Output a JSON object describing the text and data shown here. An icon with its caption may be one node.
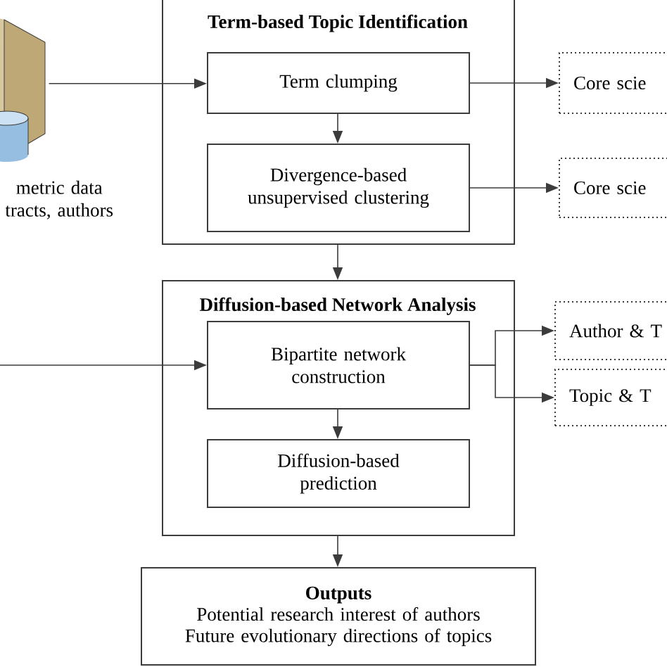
{
  "diagram": {
    "nodes": [
      {
        "text": [],
        "shape": "picture",
        "beside": [
          "metric data tracts, authors"
        ]
      },
      {
        "text": [
          "Term-based Topic Identification"
        ]
      },
      {
        "text": [
          "Term clumping"
        ],
        "in": 1
      },
      {
        "text": [
          "Divergence-based unsupervised clustering"
        ],
        "in": 1
      },
      {
        "text": [
          "Core scie"
        ]
      },
      {
        "text": [
          "Core scie"
        ]
      },
      {
        "text": [
          "Diffusion-based Network Analysis"
        ]
      },
      {
        "text": [
          "Bipartite network construction"
        ],
        "in": 6
      },
      {
        "text": [
          "Diffusion-based prediction"
        ],
        "in": 6
      },
      {
        "text": [
          "Author & T"
        ]
      },
      {
        "text": [
          "Topic & T"
        ]
      },
      {
        "text": [
          "Outputs",
          "Potential research interest of authors",
          "Future evolutionary directions of topics"
        ]
      }
    ],
    "edges": [
      {
        "from": 0,
        "to": 2,
        "arrow": "to"
      },
      {
        "from": null,
        "to": 7,
        "arrow": "to"
      },
      {
        "from": 2,
        "to": 3,
        "arrow": "to"
      },
      {
        "from": 1,
        "to": 6,
        "arrow": "to"
      },
      {
        "from": 6,
        "to": 11,
        "arrow": "to"
      },
      {
        "from": 2,
        "to": 4,
        "arrow": "to"
      },
      {
        "from": 3,
        "to": 5,
        "arrow": "to"
      },
      {
        "from": 7,
        "to": 9,
        "arrow": "to"
      },
      {
        "from": 7,
        "to": 10,
        "arrow": "to"
      },
      {
        "from": 7,
        "to": 8,
        "arrow": "to"
      }
    ]
  }
}
